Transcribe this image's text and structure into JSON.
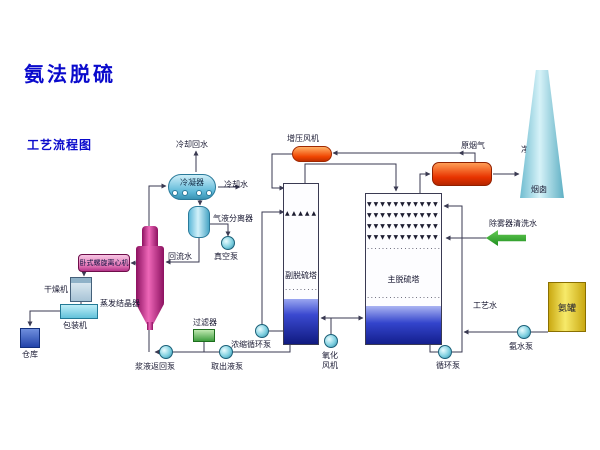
{
  "title": "氨法脱硫",
  "subtitle": "工艺流程图",
  "labels": {
    "cooling_return": "冷却回水",
    "condenser": "冷凝器",
    "cooling_water": "冷却水",
    "gas_liquid_separator": "气液分离器",
    "reflux_water": "回流水",
    "vacuum_pump": "真空泵",
    "centrifuge": "卧式螺旋离心机",
    "dryer": "干燥机",
    "packer": "包装机",
    "warehouse": "仓库",
    "crystallizer": "蒸发结晶器",
    "slurry_return_pump": "浆液返回泵",
    "filter": "过滤器",
    "extraction_pump": "取出液泵",
    "aux_tower": "副脱硫塔",
    "concentration_pump": "浓缩循环泵",
    "oxidation_fan": "氧化风机",
    "main_tower": "主脱硫塔",
    "circulation_pump": "循环泵",
    "booster_fan": "增压风机",
    "raw_gas": "原烟气",
    "clean_gas": "净烟气",
    "chimney": "烟囱",
    "demister_wash": "除雾器清洗水",
    "process_water": "工艺水",
    "ammonia_tank": "氨罐",
    "ammonia_pump": "氨水泵"
  },
  "patterns": {
    "nozzles_up": "▲▲▲▲▲▲▲▲▲▲",
    "nozzles_down": "▼▼▼▼▼▼▼▼▼▼▼▼▼▼",
    "dots": "·······································"
  },
  "colors": {
    "title_blue": "#0a0acc",
    "magenta": "#c2187c",
    "equipment_cyan": "#7fd0e0",
    "hot_orange": "#ee3300",
    "chimney_blue": "#8fd0e0",
    "tank_yellow": "#f0df55",
    "wash_green": "#2f9e2f",
    "liquid_blue": "#3344cc"
  }
}
